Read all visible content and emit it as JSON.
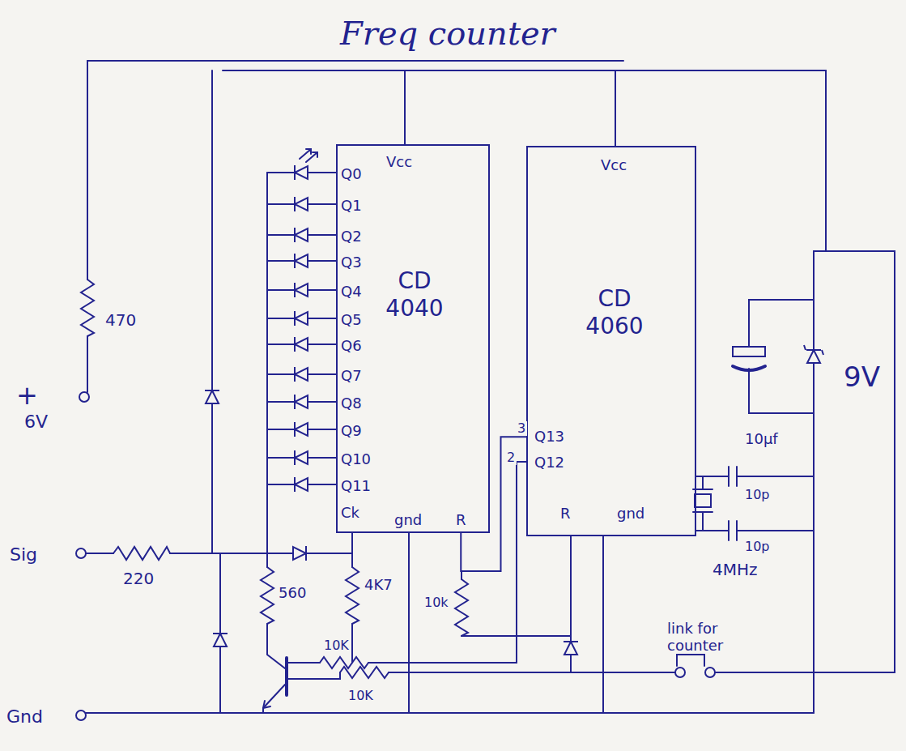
{
  "diagram": {
    "title": "Freq counter",
    "nodes": [
      {
        "text": [
          "Vcc",
          "CD 4040",
          "Q0",
          "Q1",
          "Q2",
          "Q3",
          "Q4",
          "Q5",
          "Q6",
          "Q7",
          "Q8",
          "Q9",
          "Q10",
          "Q11",
          "Ck",
          "gnd",
          "R"
        ]
      },
      {
        "text": [
          "Vcc",
          "CD 4060",
          "Q13",
          "Q12",
          "R",
          "gnd"
        ]
      }
    ],
    "edges": [
      {
        "from": 1,
        "to": 0,
        "arrow": "none"
      }
    ],
    "labels": [
      "+",
      "6V",
      "470",
      "Sig",
      "220",
      "Gnd",
      "560",
      "4K7",
      "10K",
      "10K",
      "10k",
      "3",
      "2",
      "10µf",
      "9V",
      "10p",
      "10p",
      "4MHz",
      "link for counter"
    ]
  }
}
